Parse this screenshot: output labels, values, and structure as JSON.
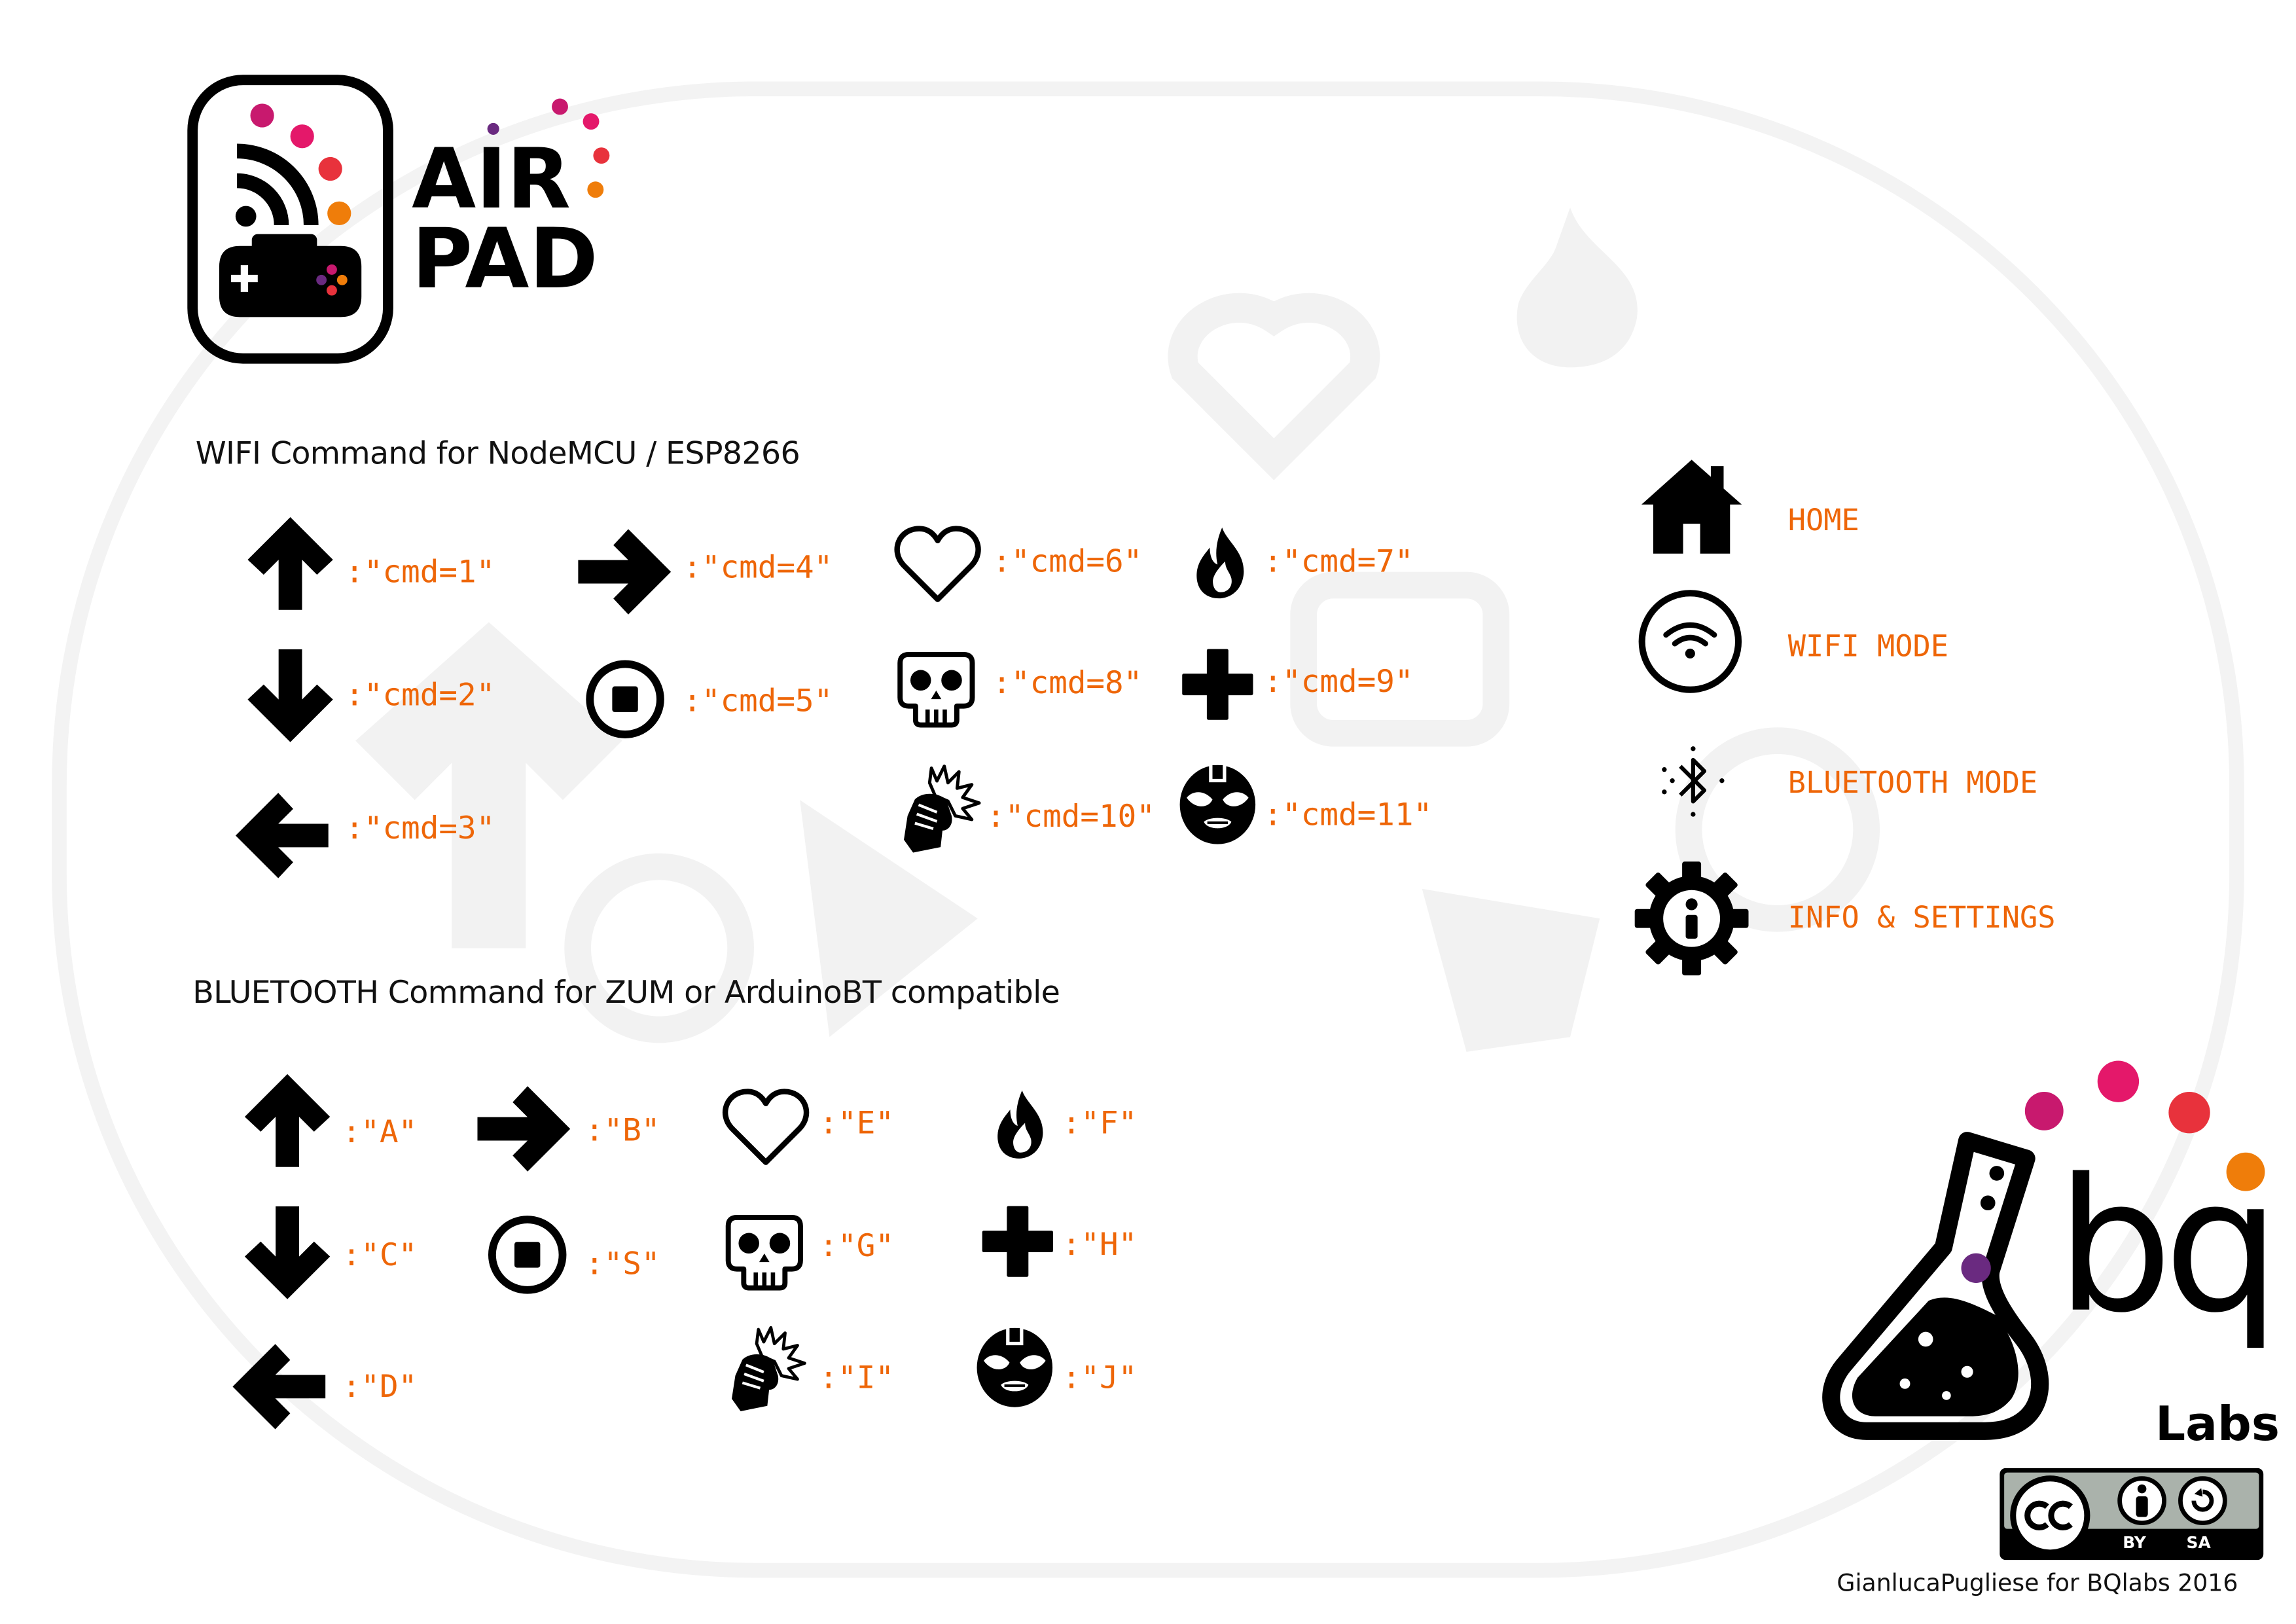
{
  "logo": {
    "line1": "AIR",
    "line2": "PAD"
  },
  "wifi_section": {
    "title": "WIFI Command for NodeMCU / ESP8266",
    "commands": [
      {
        "icon": "arrow-up-icon",
        "code": ":\"cmd=1\""
      },
      {
        "icon": "arrow-down-icon",
        "code": ":\"cmd=2\""
      },
      {
        "icon": "arrow-left-icon",
        "code": ":\"cmd=3\""
      },
      {
        "icon": "arrow-right-icon",
        "code": ":\"cmd=4\""
      },
      {
        "icon": "stop-icon",
        "code": ":\"cmd=5\""
      },
      {
        "icon": "heart-icon",
        "code": ":\"cmd=6\""
      },
      {
        "icon": "fire-icon",
        "code": ":\"cmd=7\""
      },
      {
        "icon": "skull-icon",
        "code": ":\"cmd=8\""
      },
      {
        "icon": "plus-icon",
        "code": ":\"cmd=9\""
      },
      {
        "icon": "punch-icon",
        "code": ":\"cmd=10\""
      },
      {
        "icon": "wrestler-mask-icon",
        "code": ":\"cmd=11\""
      }
    ]
  },
  "bluetooth_section": {
    "title": "BLUETOOTH Command for ZUM or ArduinoBT compatible",
    "commands": [
      {
        "icon": "arrow-up-icon",
        "code": ":\"A\""
      },
      {
        "icon": "arrow-right-icon",
        "code": ":\"B\""
      },
      {
        "icon": "arrow-down-icon",
        "code": ":\"C\""
      },
      {
        "icon": "stop-icon",
        "code": ":\"S\""
      },
      {
        "icon": "arrow-left-icon",
        "code": ":\"D\""
      },
      {
        "icon": "heart-icon",
        "code": ":\"E\""
      },
      {
        "icon": "fire-icon",
        "code": ":\"F\""
      },
      {
        "icon": "skull-icon",
        "code": ":\"G\""
      },
      {
        "icon": "plus-icon",
        "code": ":\"H\""
      },
      {
        "icon": "punch-icon",
        "code": ":\"I\""
      },
      {
        "icon": "wrestler-mask-icon",
        "code": ":\"J\""
      }
    ]
  },
  "legend": {
    "items": [
      {
        "icon": "home-icon",
        "label": "HOME"
      },
      {
        "icon": "wifi-icon",
        "label": "WIFI MODE"
      },
      {
        "icon": "bluetooth-icon",
        "label": "BLUETOOTH MODE"
      },
      {
        "icon": "gear-info-icon",
        "label": "INFO & SETTINGS"
      }
    ]
  },
  "bq_logo": {
    "name": "bq",
    "sub": "Labs"
  },
  "license": {
    "by": "BY",
    "sa": "SA"
  },
  "credit": "GianlucaPugliese for BQlabs 2016",
  "colors": {
    "accent": "#ee6608",
    "text": "#111111",
    "dot_magenta": "#c8196e",
    "dot_pink": "#e4186a",
    "dot_red": "#e8323c",
    "dot_orange": "#ef7d0a",
    "dot_purple": "#6a2a80",
    "watermark": "#f3f3f3"
  }
}
